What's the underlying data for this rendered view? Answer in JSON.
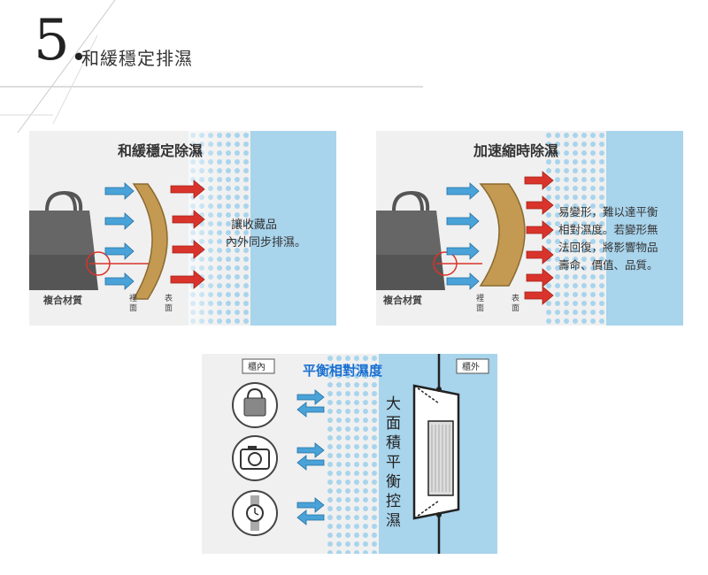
{
  "header": {
    "number": "5.",
    "title": "和緩穩定排濕"
  },
  "panel1": {
    "title": "和緩穩定除濕",
    "desc_lines": [
      "讓收藏品",
      "內外同步排濕。"
    ],
    "label_material": "複合材質",
    "label_inner": "裡面",
    "label_outer": "表面"
  },
  "panel2": {
    "title": "加速縮時除濕",
    "desc_lines": [
      "易變形，難以達平衡",
      "相對濕度。若變形無",
      "法回復，將影響物品",
      "壽命、價值、品質。"
    ],
    "label_material": "複合材質",
    "label_inner": "裡面",
    "label_outer": "表面"
  },
  "panel3": {
    "tag_inside": "櫃內",
    "tag_outside": "櫃外",
    "title": "平衡相對濕度",
    "vertical_text": "大面積平衡控濕",
    "icons": [
      "bag-icon",
      "camera-icon",
      "watch-icon"
    ]
  },
  "colors": {
    "blue_bg": "#a8d4ec",
    "arrow_red": "#d9342b",
    "arrow_blue": "#4aa3d8",
    "title_blue": "#1a6fd0",
    "sponge": "#c49a52"
  }
}
